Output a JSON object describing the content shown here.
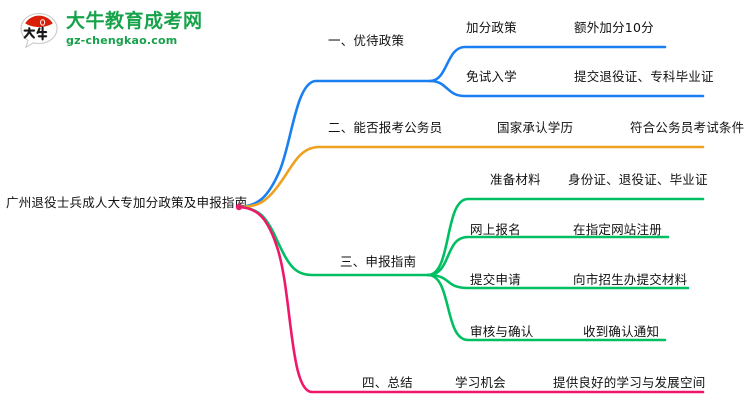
{
  "logo": {
    "mark_name": "da-niu-speech-bubble-logo",
    "title": "大牛教育成考网",
    "subtitle": "gz-chengkao.com",
    "brand_green": "#16a34a",
    "brand_red": "#d81e06"
  },
  "mindmap": {
    "root": "广州退役士兵成人大专加分政策及申报指南",
    "branches": [
      {
        "label": "一、优待政策",
        "color": "#1a7ff0",
        "children": [
          {
            "label": "加分政策",
            "detail": "额外加分10分"
          },
          {
            "label": "免试入学",
            "detail": "提交退役证、专科毕业证"
          }
        ]
      },
      {
        "label": "二、能否报考公务员",
        "color": "#eda11e",
        "children": [
          {
            "label": "国家承认学历",
            "detail": "符合公务员考试条件"
          }
        ]
      },
      {
        "label": "三、申报指南",
        "color": "#00bf63",
        "children": [
          {
            "label": "准备材料",
            "detail": "身份证、退役证、毕业证"
          },
          {
            "label": "网上报名",
            "detail": "在指定网站注册"
          },
          {
            "label": "提交申请",
            "detail": "向市招生办提交材料"
          },
          {
            "label": "审核与确认",
            "detail": "收到确认通知"
          }
        ]
      },
      {
        "label": "四、总结",
        "color": "#f0176b",
        "children": [
          {
            "label": "学习机会",
            "detail": "提供良好的学习与发展空间"
          }
        ]
      }
    ]
  }
}
